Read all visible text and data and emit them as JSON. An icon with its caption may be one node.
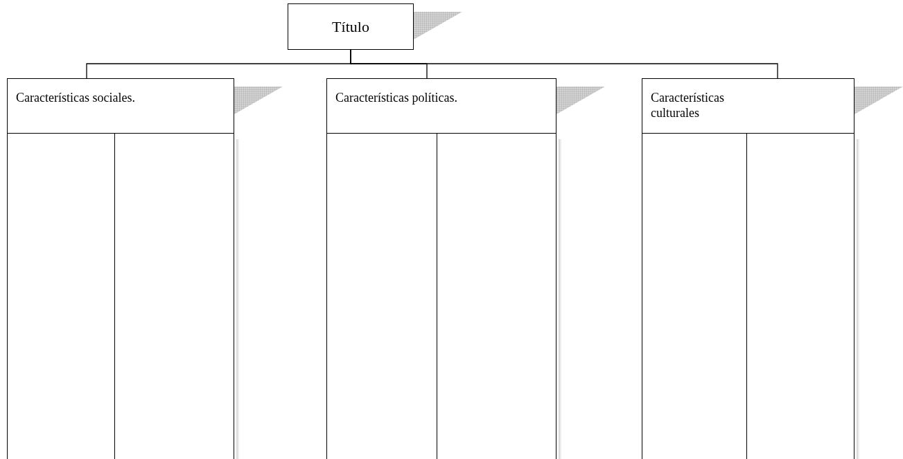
{
  "diagram": {
    "nodes": [
      {
        "text": [
          "Título"
        ]
      },
      {
        "text": [
          "Características sociales."
        ]
      },
      {
        "text": [
          "Características políticas."
        ]
      },
      {
        "text": [
          "Características culturales"
        ]
      },
      {
        "text": [],
        "shape": "box"
      },
      {
        "text": [],
        "shape": "box"
      },
      {
        "text": [],
        "shape": "box"
      },
      {
        "text": [],
        "shape": "box"
      },
      {
        "text": [],
        "shape": "box"
      },
      {
        "text": [],
        "shape": "box"
      }
    ],
    "edges": [
      {
        "from": 0,
        "to": 1,
        "arrow": "none"
      },
      {
        "from": 0,
        "to": 2,
        "arrow": "none"
      },
      {
        "from": 0,
        "to": 3,
        "arrow": "none"
      }
    ]
  }
}
